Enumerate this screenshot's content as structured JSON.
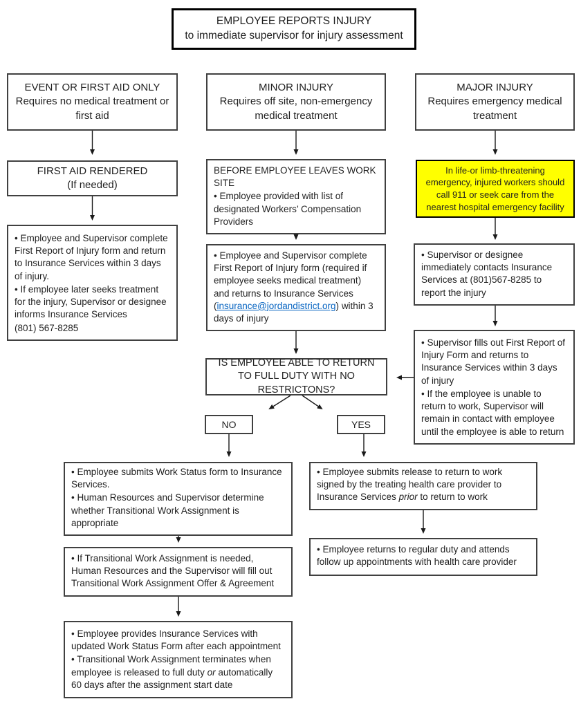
{
  "colors": {
    "highlight_yellow": "#FFFF00",
    "link_blue": "#0563C1",
    "box_border": "#404040"
  },
  "title_box": {
    "line1": "EMPLOYEE REPORTS INJURY",
    "line2": "to immediate supervisor for injury assessment"
  },
  "event_column": {
    "header": {
      "line1": "EVENT OR FIRST AID ONLY",
      "line2": "Requires no medical treatment or first aid"
    },
    "first_aid_rendered": {
      "line1": "FIRST AID RENDERED",
      "line2": "(If needed)"
    },
    "report_box": {
      "bullet1": "• Employee and Supervisor complete First Report of Injury form and return to Insurance Services within 3 days of injury.",
      "bullet2": "• If employee later seeks treatment for the injury, Supervisor or designee informs Insurance Services",
      "phone": "(801) 567-8285"
    }
  },
  "minor_column": {
    "header": {
      "line1": "MINOR INJURY",
      "line2": "Requires off site, non-emergency medical treatment"
    },
    "before_leaving": {
      "heading": "BEFORE EMPLOYEE LEAVES WORK SITE",
      "bullet1": "• Employee provided with list of designated Workers’ Compensation Providers"
    },
    "report_box": {
      "text": "• Employee and Supervisor complete First Report of Injury form (required if employee seeks medical treatment) and returns to Insurance Services ",
      "paren_open": "(",
      "email": "insurance@jordandistrict.org",
      "paren_close": ")",
      "tail": "within 3 days of injury"
    }
  },
  "major_column": {
    "header": {
      "line1": "MAJOR INJURY",
      "line2": "Requires emergency medical treatment"
    },
    "emergency_box": "In life-or limb-threatening emergency, injured workers should call 911 or seek care from the nearest hospital emergency facility",
    "contact_box": "• Supervisor or designee immediately contacts Insurance Services at (801)567-8285 to report the injury",
    "first_report_box": {
      "bullet1": "• Supervisor fills out First Report of Injury Form and returns to Insurance Services within 3 days of injury",
      "bullet2": "• If the employee is unable to return to work, Supervisor will remain in contact with employee until the employee is able to return"
    }
  },
  "decision": {
    "question": "IS EMPLOYEE ABLE TO RETURN TO FULL DUTY WITH NO RESTRICTONS?",
    "no_label": "NO",
    "yes_label": "YES"
  },
  "no_branch": {
    "work_status_box": {
      "bullet1": "• Employee submits Work Status form to Insurance Services.",
      "bullet2": "• Human Resources and Supervisor determine whether Transitional Work Assignment is appropriate"
    },
    "transitional_box": "• If Transitional Work Assignment is needed, Human Resources and the Supervisor will fill out Transitional Work Assignment Offer & Agreement",
    "followup_box": {
      "bullet1": "• Employee provides Insurance Services with updated Work Status Form after each appointment",
      "bullet2_part1": "• Transitional Work Assignment terminates when employee is released to full duty ",
      "bullet2_italic": "or",
      "bullet2_part2": " automatically 60 days after the assignment start date"
    }
  },
  "yes_branch": {
    "release_box": {
      "part1": "• Employee submits release to return to work signed by the treating health care provider to Insurance Services ",
      "italic": "prior",
      "part2": " to return to work"
    },
    "regular_duty_box": "• Employee returns to regular duty and attends follow up appointments with health care provider"
  }
}
